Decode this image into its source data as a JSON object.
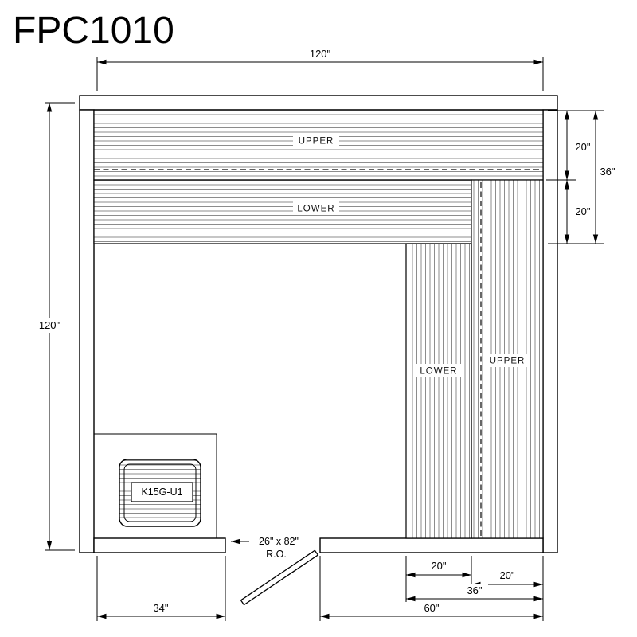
{
  "title": "FPC1010",
  "colors": {
    "ink": "#000000",
    "slats": "#8c8c8c"
  },
  "dimensions": {
    "top_width": "120\"",
    "left_height": "120\"",
    "right_upper_bench_depth": "20\"",
    "right_benches_total_depth": "36\"",
    "right_lower_bench_depth": "20\"",
    "bottom_lower_bench_width": "20\"",
    "bottom_upper_bench_width": "20\"",
    "bottom_benches_total_width": "36\"",
    "bottom_right_wall_span": "60\"",
    "bottom_left_wall_span": "34\""
  },
  "benches": {
    "top_upper_label": "UPPER",
    "top_lower_label": "LOWER",
    "right_lower_label": "LOWER",
    "right_upper_label": "UPPER"
  },
  "heater": {
    "model_label": "K15G-U1"
  },
  "door": {
    "rough_opening_size": "26\" x 82\"",
    "rough_opening_abbr": "R.O."
  }
}
